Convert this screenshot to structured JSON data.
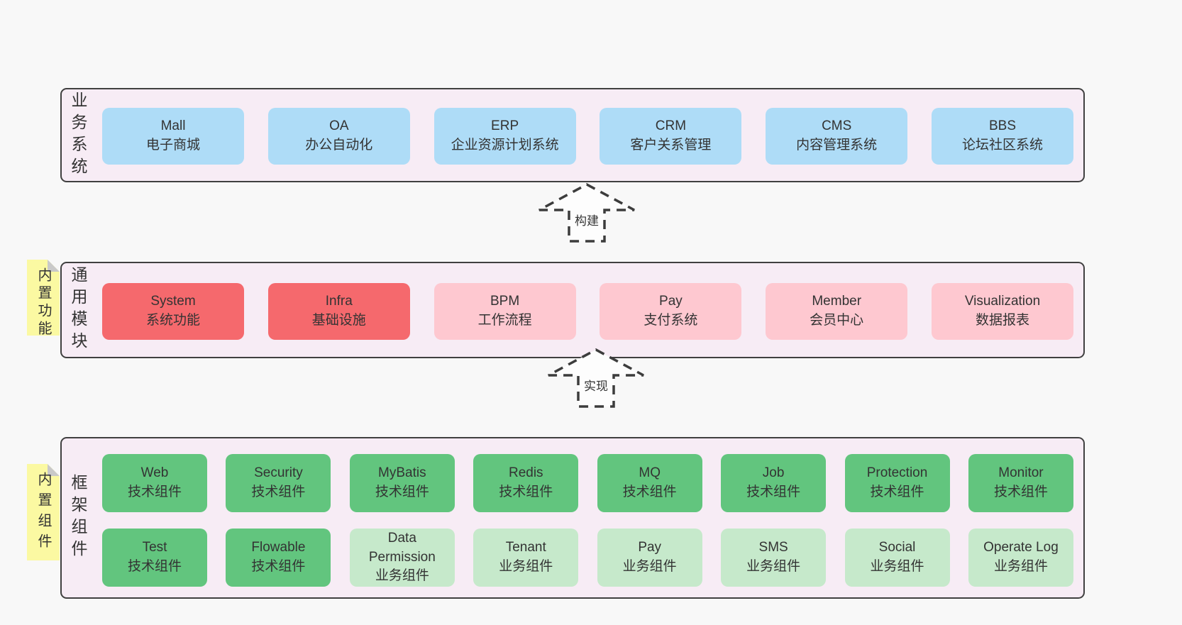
{
  "colors": {
    "page_bg": "#f8f8f8",
    "panel_bg": "#f7ecf5",
    "panel_border": "#404040",
    "blue_box": "#aedcf7",
    "red_box": "#f5696d",
    "pink_box": "#fec8d0",
    "green_box": "#62c57e",
    "light_green_box": "#c6e9cb",
    "sticky_bg": "#fbf9a2",
    "sticky_fold": "#c9c9c9",
    "text": "#333333"
  },
  "arrows": [
    {
      "label": "构建"
    },
    {
      "label": "实现"
    }
  ],
  "panels": {
    "business": {
      "label": "业务系统",
      "boxes": [
        {
          "name": "Mall",
          "desc": "电子商城"
        },
        {
          "name": "OA",
          "desc": "办公自动化"
        },
        {
          "name": "ERP",
          "desc": "企业资源计划系统"
        },
        {
          "name": "CRM",
          "desc": "客户关系管理"
        },
        {
          "name": "CMS",
          "desc": "内容管理系统"
        },
        {
          "name": "BBS",
          "desc": "论坛社区系统"
        }
      ]
    },
    "modules": {
      "label": "通用模块",
      "sticky": "内置功能",
      "boxes": [
        {
          "name": "System",
          "desc": "系统功能"
        },
        {
          "name": "Infra",
          "desc": "基础设施"
        },
        {
          "name": "BPM",
          "desc": "工作流程"
        },
        {
          "name": "Pay",
          "desc": "支付系统"
        },
        {
          "name": "Member",
          "desc": "会员中心"
        },
        {
          "name": "Visualization",
          "desc": "数据报表"
        }
      ]
    },
    "framework": {
      "label": "框架组件",
      "sticky": "内置组件",
      "row1": [
        {
          "name": "Web",
          "desc": "技术组件"
        },
        {
          "name": "Security",
          "desc": "技术组件"
        },
        {
          "name": "MyBatis",
          "desc": "技术组件"
        },
        {
          "name": "Redis",
          "desc": "技术组件"
        },
        {
          "name": "MQ",
          "desc": "技术组件"
        },
        {
          "name": "Job",
          "desc": "技术组件"
        },
        {
          "name": "Protection",
          "desc": "技术组件"
        },
        {
          "name": "Monitor",
          "desc": "技术组件"
        }
      ],
      "row2": [
        {
          "name": "Test",
          "desc": "技术组件"
        },
        {
          "name": "Flowable",
          "desc": "技术组件"
        },
        {
          "name": "Data Permission",
          "desc": "业务组件"
        },
        {
          "name": "Tenant",
          "desc": "业务组件"
        },
        {
          "name": "Pay",
          "desc": "业务组件"
        },
        {
          "name": "SMS",
          "desc": "业务组件"
        },
        {
          "name": "Social",
          "desc": "业务组件"
        },
        {
          "name": "Operate Log",
          "desc": "业务组件"
        }
      ]
    }
  }
}
